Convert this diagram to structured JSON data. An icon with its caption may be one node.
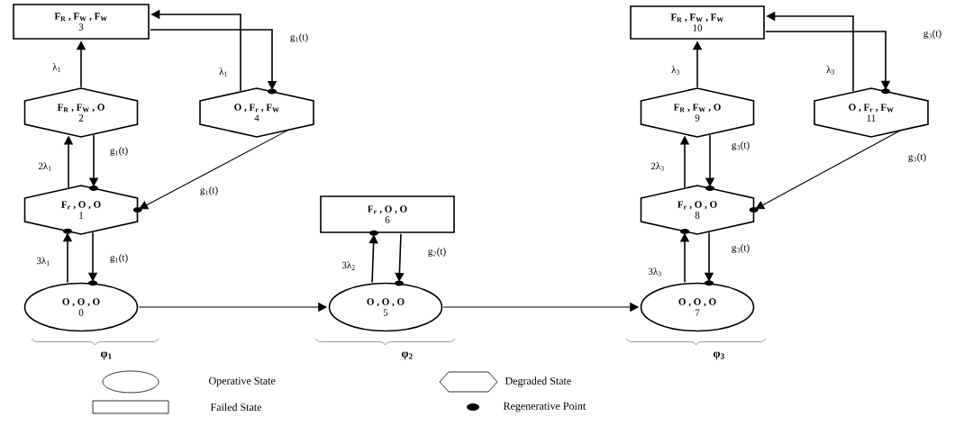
{
  "diagram": {
    "nodes": [
      {
        "text": [
          "O , O , O",
          "0"
        ]
      },
      {
        "text": [
          "F$_{r}$ , O , O",
          "1"
        ]
      },
      {
        "text": [
          "F$_{R}$ , F$_{W}$ , O",
          "2"
        ]
      },
      {
        "text": [
          "F$_{R}$ , F$_{W}$ , F$_{W}$",
          "3"
        ]
      },
      {
        "text": [
          "O , F$_{r}$ , F$_{W}$",
          "4"
        ]
      },
      {
        "text": [
          "O , O , O",
          "5"
        ]
      },
      {
        "text": [
          "F$_{r}$ , O , O",
          "6"
        ]
      },
      {
        "text": [
          "O , O , O",
          "7"
        ]
      },
      {
        "text": [
          "F$_{r}$ , O , O",
          "8"
        ]
      },
      {
        "text": [
          "F$_{R}$ , F$_{W}$ , O",
          "9"
        ]
      },
      {
        "text": [
          "F$_{R}$ , F$_{W}$ , F$_{W}$",
          "10"
        ]
      },
      {
        "text": [
          "O , F$_{r}$ , F$_{W}$",
          "11"
        ]
      }
    ],
    "edges": [
      {
        "from": 0,
        "to": 1,
        "arrow": "to",
        "label": "3λ$_{1}$"
      },
      {
        "from": 1,
        "to": 0,
        "arrow": "to",
        "label": "g$_{1}$(t)"
      },
      {
        "from": 1,
        "to": 2,
        "arrow": "to",
        "label": "2λ$_{1}$"
      },
      {
        "from": 2,
        "to": 1,
        "arrow": "to",
        "label": "g$_{1}$(t)"
      },
      {
        "from": 2,
        "to": 3,
        "arrow": "to",
        "label": "λ$_{1}$"
      },
      {
        "from": 4,
        "to": 3,
        "arrow": "to",
        "label": "λ$_{1}$"
      },
      {
        "from": 3,
        "to": 4,
        "arrow": "to",
        "label": "g$_{1}$(t)"
      },
      {
        "from": 4,
        "to": 1,
        "arrow": "to",
        "label": "g$_{1}$(t)"
      },
      {
        "from": 0,
        "to": 5,
        "arrow": "to"
      },
      {
        "from": 5,
        "to": 6,
        "arrow": "to",
        "label": "3λ$_{2}$"
      },
      {
        "from": 6,
        "to": 5,
        "arrow": "to",
        "label": "g$_{2}$(t)"
      },
      {
        "from": 5,
        "to": 7,
        "arrow": "to"
      },
      {
        "from": 7,
        "to": 8,
        "arrow": "to",
        "label": "3λ$_{3}$"
      },
      {
        "from": 8,
        "to": 7,
        "arrow": "to",
        "label": "g$_{3}$(t)"
      },
      {
        "from": 8,
        "to": 9,
        "arrow": "to",
        "label": "2λ$_{3}$"
      },
      {
        "from": 9,
        "to": 8,
        "arrow": "to",
        "label": "g$_{3}$(t)"
      },
      {
        "from": 9,
        "to": 10,
        "arrow": "to",
        "label": "λ$_{3}$"
      },
      {
        "from": 11,
        "to": 10,
        "arrow": "to",
        "label": "λ$_{3}$"
      },
      {
        "from": 10,
        "to": 11,
        "arrow": "to",
        "label": "g$_{3}$(t)"
      },
      {
        "from": 11,
        "to": 8,
        "arrow": "to",
        "label": "g$_{3}$(t)"
      }
    ],
    "labels": [
      "φ$_{1}$",
      "φ$_{2}$",
      "φ$_{3}$"
    ],
    "legend": [
      {
        "text": "Operative State"
      },
      {
        "text": "Degraded State"
      },
      {
        "text": "Failed State"
      },
      {
        "text": "Regenerative Point"
      }
    ]
  }
}
